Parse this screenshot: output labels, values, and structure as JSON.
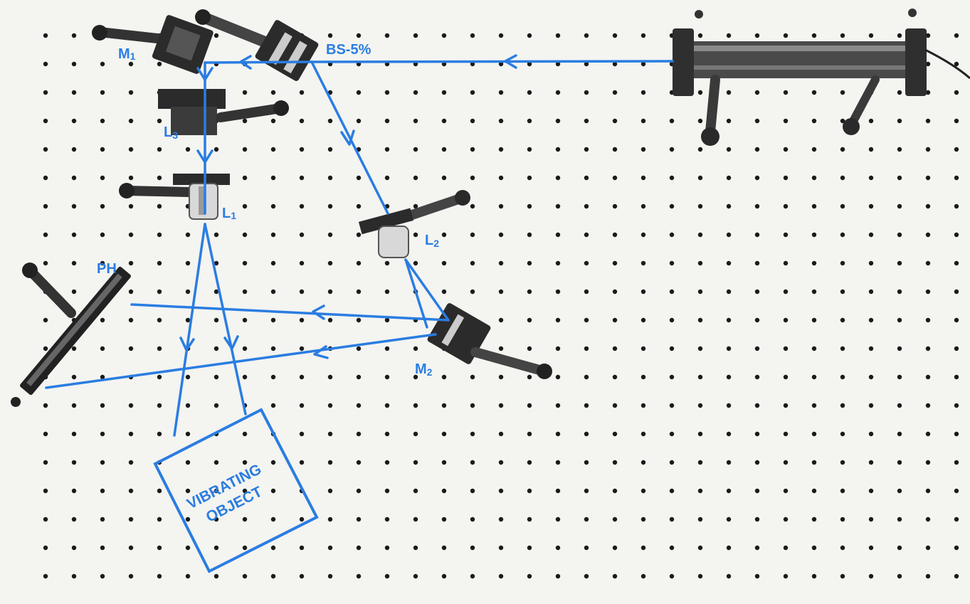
{
  "colors": {
    "beam": "#2a7de1",
    "board": "#f4f4f1",
    "hole": "#1a1a1a",
    "mount_dark": "#2b2b2b",
    "mount_mid": "#6e6e6e",
    "metal_light": "#d8d8d8"
  },
  "labels": {
    "m1": "M",
    "m1_sub": "1",
    "bs": "BS-5%",
    "l3": "L",
    "l3_sub": "3",
    "l1": "L",
    "l1_sub": "1",
    "l2": "L",
    "l2_sub": "2",
    "ph": "PH",
    "m2": "M",
    "m2_sub": "2",
    "object_line1": "VIBRATING",
    "object_line2": "OBJECT"
  }
}
